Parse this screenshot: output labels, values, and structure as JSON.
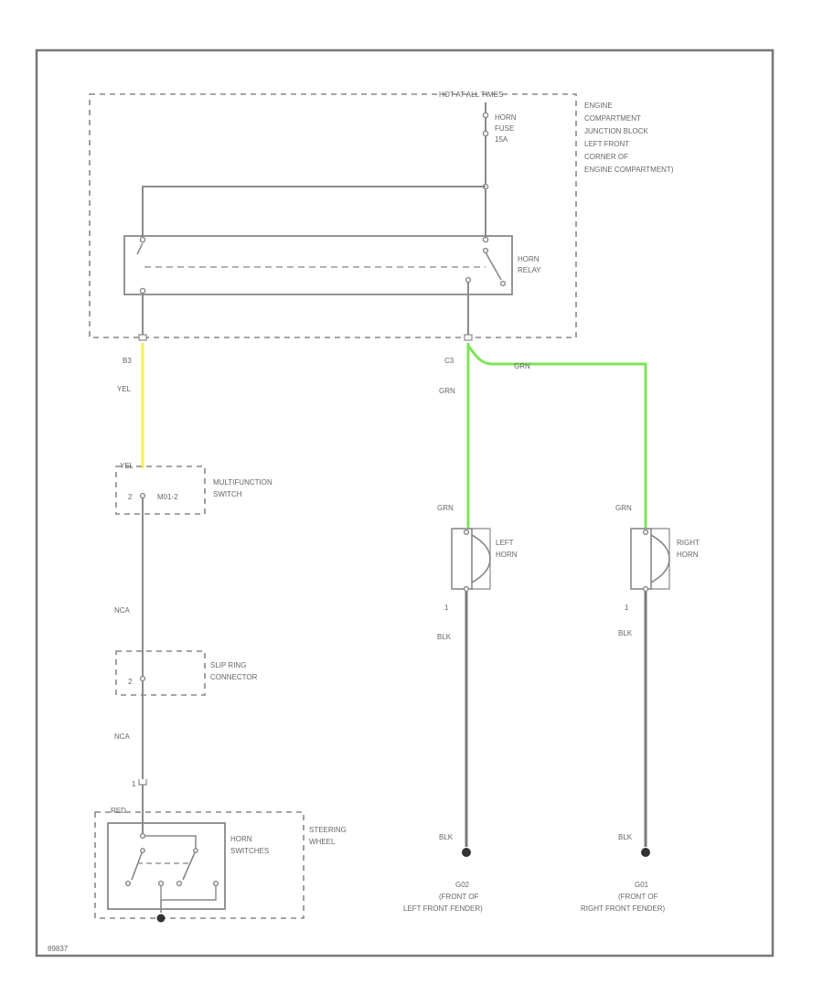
{
  "labels": {
    "hot_at_all_times": "HOT AT ALL TIMES",
    "horn_fuse": [
      "HORN",
      "FUSE",
      "15A"
    ],
    "ejb": [
      "ENGINE",
      "COMPARTMENT",
      "JUNCTION BLOCK",
      "LEFT FRONT",
      "CORNER OF",
      "ENGINE COMPARTMENT)"
    ],
    "horn_relay": [
      "HORN",
      "RELAY"
    ],
    "pin_b3": "B3",
    "pin_c3": "C3",
    "wire_yel_1": "YEL",
    "wire_grn_top": "GRN",
    "wire_grn_1": "GRN",
    "wire_yel_2": "YEL",
    "mfs_pin": "2",
    "mfs_conn": "M01-2",
    "multifunction_switch": [
      "MULTIFUNCTION",
      "SWITCH"
    ],
    "wire_grn_left": "GRN",
    "wire_grn_right": "GRN",
    "left_horn": [
      "LEFT",
      "HORN"
    ],
    "right_horn": [
      "RIGHT",
      "HORN"
    ],
    "left_horn_pin": "1",
    "right_horn_pin": "1",
    "wire_nca_1": "NCA",
    "slip_ring_pin": "2",
    "slip_ring_connector": [
      "SLIP RING",
      "CONNECTOR"
    ],
    "wire_blk_left_1": "BLK",
    "wire_blk_right_1": "BLK",
    "wire_nca_2": "NCA",
    "steering_pin": "1",
    "wire_red": "RED",
    "horn_switches": [
      "HORN",
      "SWITCHES"
    ],
    "steering_wheel": [
      "STEERING",
      "WHEEL"
    ],
    "wire_blk_left_2": "BLK",
    "wire_blk_right_2": "BLK",
    "ground_left": [
      "G02",
      "(FRONT OF",
      "LEFT FRONT FENDER)"
    ],
    "ground_right": [
      "G01",
      "(FRONT OF",
      "RIGHT FRONT FENDER)"
    ],
    "diagram_id": "89837"
  },
  "colors": {
    "yel_wire": "#f2f25a",
    "grn_wire": "#7fe35a",
    "ground_fill": "#333333"
  }
}
